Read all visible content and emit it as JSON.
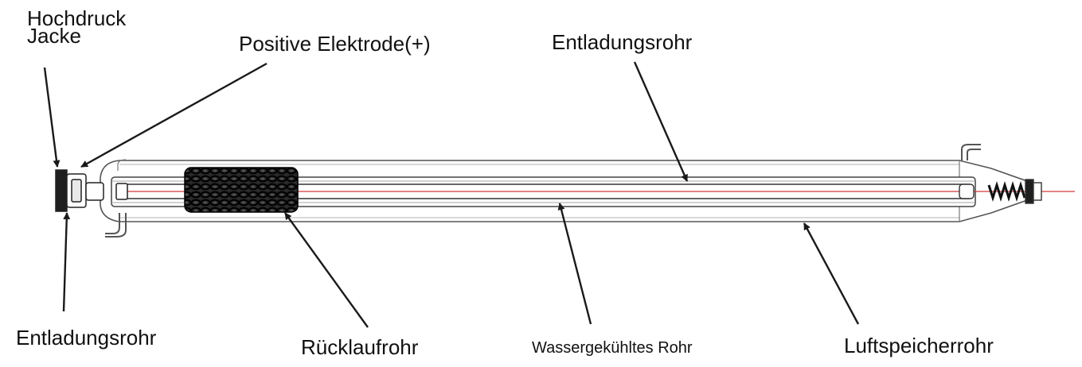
{
  "labels": {
    "hochdruck_jacke_line1": "Hochdruck",
    "hochdruck_jacke_line2": "Jacke",
    "positive_elektrode": "Positive  Elektrode(+)",
    "entladungsrohr_top": "Entladungsrohr",
    "entladungsrohr_bottom": "Entladungsrohr",
    "ruecklaufrohr": "Rücklaufrohr",
    "wassergekuehltes_rohr": "Wassergekühltes  Rohr",
    "luftspeicherrohr": "Luftspeicherrohr"
  },
  "colors": {
    "line": "#1a1a1a",
    "tube_stroke": "#555555",
    "laser_beam": "#d23a3a",
    "coil": "#1c1c1c"
  }
}
